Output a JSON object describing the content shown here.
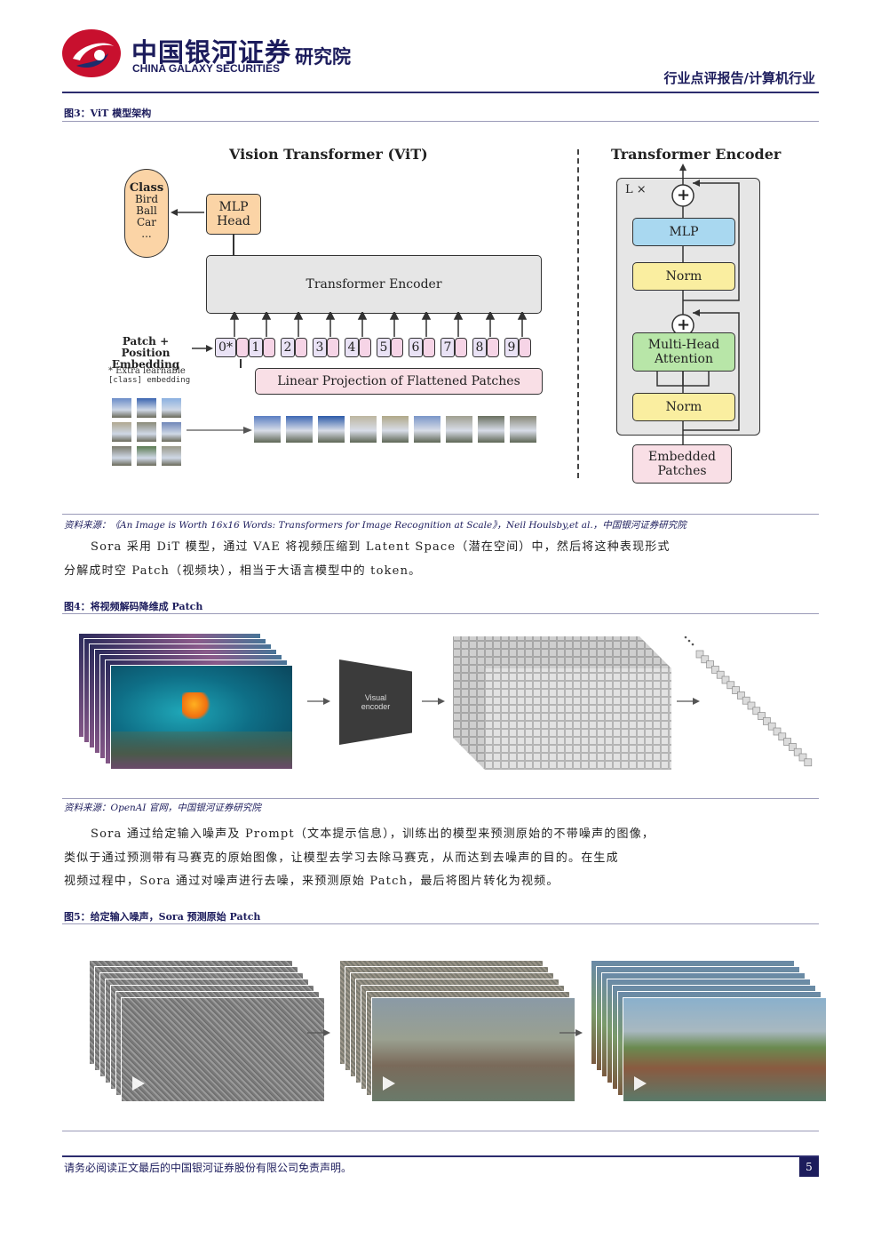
{
  "header": {
    "brand_cn": "中国银河证券",
    "brand_en": "CHINA GALAXY SECURITIES",
    "institute": "研究院",
    "report_type": "行业点评报告/计算机行业"
  },
  "figure3": {
    "caption": "图3：ViT 模型架构",
    "vit_title": "Vision Transformer (ViT)",
    "class_label": "Class",
    "class_items": [
      "Bird",
      "Ball",
      "Car",
      "..."
    ],
    "mlp_head": "MLP Head",
    "transformer_encoder": "Transformer Encoder",
    "patch_pos_label": "Patch + Position Embedding",
    "extra_note_1": "* Extra learnable",
    "extra_note_2": "[class] embedding",
    "linear_projection": "Linear Projection of Flattened Patches",
    "token_labels": [
      "0*",
      "1",
      "2",
      "3",
      "4",
      "5",
      "6",
      "7",
      "8",
      "9"
    ],
    "encoder_title": "Transformer Encoder",
    "lx": "L ×",
    "mlp": "MLP",
    "norm": "Norm",
    "multi_head": "Multi-Head Attention",
    "embedded_patches": "Embedded Patches",
    "plus": "+",
    "source": "资料来源：《An Image is Worth 16x16 Words: Transformers for Image Recognition at Scale》，Neil Houlsby,et al.，中国银河证券研究院"
  },
  "paragraph1": {
    "line1": "Sora 采用 DiT 模型，通过 VAE 将视频压缩到 Latent Space（潜在空间）中，然后将这种表现形式",
    "line2": "分解成时空 Patch（视频块），相当于大语言模型中的 token。"
  },
  "figure4": {
    "caption": "图4：将视频解码降维成 Patch",
    "encoder_label": "Visual encoder",
    "source": "资料来源：OpenAI 官网，中国银河证券研究院"
  },
  "paragraph2": {
    "line1": "Sora 通过给定输入噪声及 Prompt（文本提示信息），训练出的模型来预测原始的不带噪声的图像，",
    "line2": "类似于通过预测带有马赛克的原始图像，让模型去学习去除马赛克，从而达到去噪声的目的。在生成",
    "line3": "视频过程中，Sora 通过对噪声进行去噪，来预测原始 Patch，最后将图片转化为视频。"
  },
  "figure5": {
    "caption": "图5：给定输入噪声，Sora 预测原始 Patch"
  },
  "footer": {
    "disclaimer": "请务必阅读正文最后的中国银河证券股份有限公司免责声明。",
    "page_number": "5"
  },
  "colors": {
    "navy": "#1c1c5c",
    "brand_red": "#c8102e",
    "class_fill": "#fbd4a6",
    "token_fill": "#f6d4e6",
    "mlp_fill": "#a9d8f0",
    "norm_fill": "#faeea0",
    "attn_fill": "#b8e6a8",
    "encoder_fill": "#e6e6e6"
  }
}
